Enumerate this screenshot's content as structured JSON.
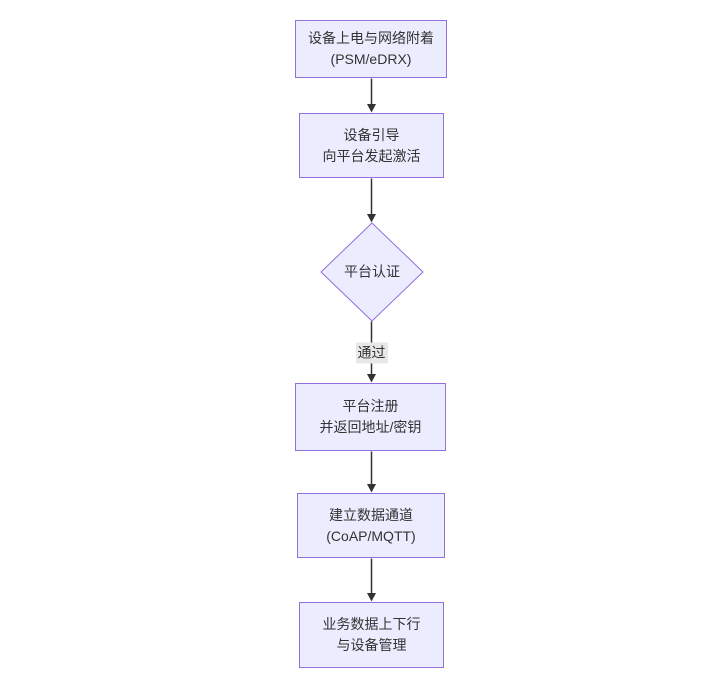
{
  "diagram": {
    "type": "flowchart",
    "direction": "top-down",
    "nodes": [
      {
        "id": "power-network-attach",
        "shape": "rect",
        "lines": [
          "设备上电与网络附着",
          "(PSM/eDRX)"
        ]
      },
      {
        "id": "bootstrap",
        "shape": "rect",
        "lines": [
          "设备引导",
          "向平台发起激活"
        ]
      },
      {
        "id": "platform-auth",
        "shape": "diamond",
        "lines": [
          "平台认证"
        ]
      },
      {
        "id": "platform-register",
        "shape": "rect",
        "lines": [
          "平台注册",
          "并返回地址/密钥"
        ]
      },
      {
        "id": "data-channel",
        "shape": "rect",
        "lines": [
          "建立数据通道",
          "(CoAP/MQTT)"
        ]
      },
      {
        "id": "business-data",
        "shape": "rect",
        "lines": [
          "业务数据上下行",
          "与设备管理"
        ]
      }
    ],
    "edges": [
      {
        "from": "power-network-attach",
        "to": "bootstrap",
        "label": ""
      },
      {
        "from": "bootstrap",
        "to": "platform-auth",
        "label": ""
      },
      {
        "from": "platform-auth",
        "to": "platform-register",
        "label": "通过"
      },
      {
        "from": "platform-register",
        "to": "data-channel",
        "label": ""
      },
      {
        "from": "data-channel",
        "to": "business-data",
        "label": ""
      }
    ],
    "colors": {
      "node_fill": "#ECECFF",
      "node_border": "#9370DB",
      "edge_line": "#333333",
      "arrowhead": "#333333",
      "edge_label_bg": "#e8e8e8",
      "text": "#333333",
      "background": "#ffffff"
    }
  }
}
